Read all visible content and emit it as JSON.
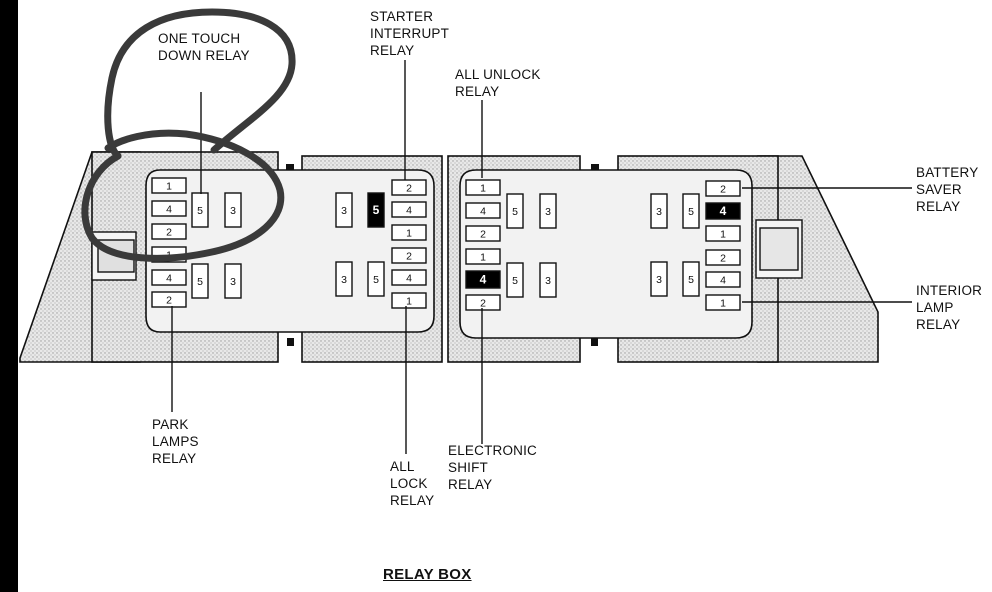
{
  "title": "RELAY BOX",
  "labels": {
    "one_touch_down": "ONE TOUCH\nDOWN RELAY",
    "starter_interrupt": "STARTER\nINTERRUPT\nRELAY",
    "all_unlock": "ALL UNLOCK\nRELAY",
    "battery_saver": "BATTERY\nSAVER\nRELAY",
    "interior_lamp": "INTERIOR\nLAMP\nRELAY",
    "park_lamps": "PARK\nLAMPS\nRELAY",
    "all_lock": "ALL\nLOCK\nRELAY",
    "electronic_shift": "ELECTRONIC\nSHIFT\nRELAY"
  },
  "colors": {
    "housing_fill": "#e4e4e4",
    "tray_fill": "#f1f1f1",
    "outline": "#111111",
    "highlight_terminal": "#000000",
    "annotation_circle": "#444444"
  },
  "terminals": {
    "one": "1",
    "two": "2",
    "three": "3",
    "four": "4",
    "five": "5"
  }
}
